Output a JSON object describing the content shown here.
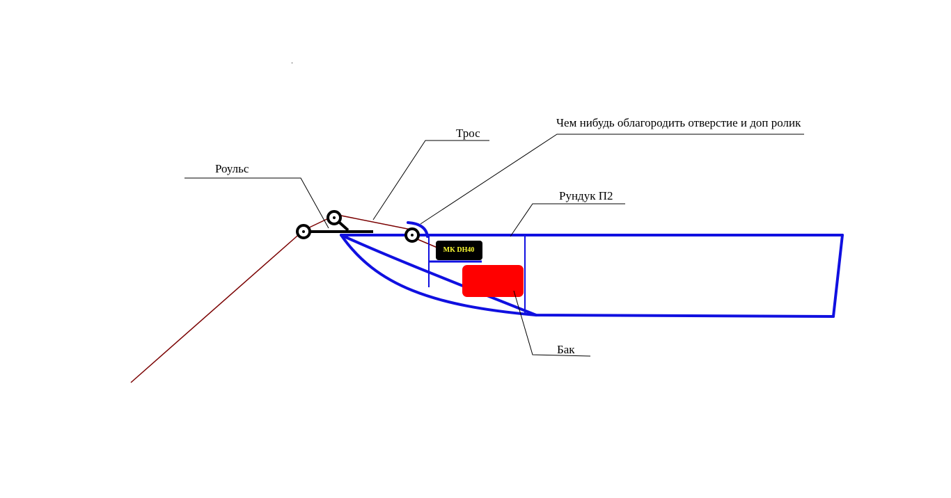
{
  "labels": {
    "roulse": "Роульс",
    "tros": "Трос",
    "note": "Чем нибудь облагородить отверстие и доп ролик",
    "rundyk": "Рундук П2",
    "bak": "Бак",
    "motor": "MK DH40"
  },
  "colors": {
    "hull": "#1010e0",
    "cable": "#7a0000",
    "tank": "#ff0000",
    "motor_box": "#000000",
    "motor_text": "#ffff33",
    "leader": "#000000"
  }
}
